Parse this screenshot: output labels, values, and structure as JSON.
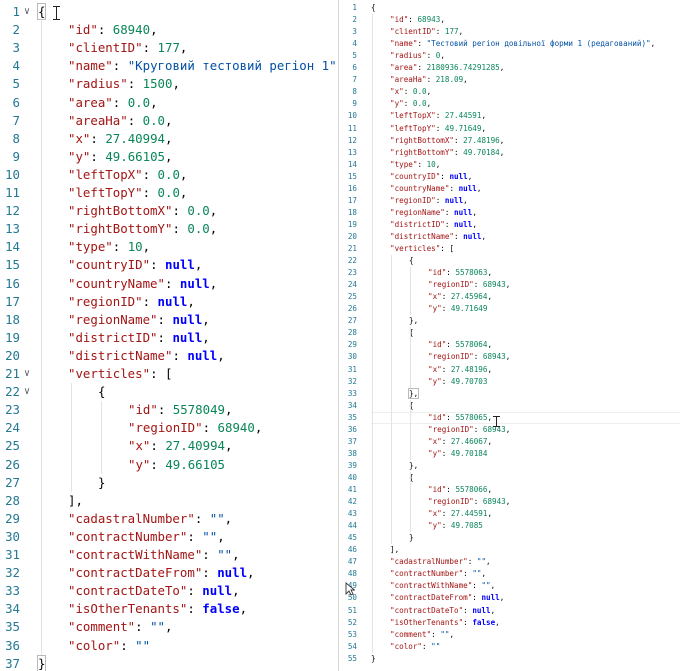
{
  "left_editor": {
    "lines": [
      [
        [
          "p",
          "{"
        ]
      ],
      [
        [
          "k",
          "\"id\""
        ],
        [
          "p",
          ": "
        ],
        [
          "n",
          "68940"
        ],
        [
          "p",
          ","
        ]
      ],
      [
        [
          "k",
          "\"clientID\""
        ],
        [
          "p",
          ": "
        ],
        [
          "n",
          "177"
        ],
        [
          "p",
          ","
        ]
      ],
      [
        [
          "k",
          "\"name\""
        ],
        [
          "p",
          ": "
        ],
        [
          "s",
          "\"Круговий тестовий регіон 1\""
        ],
        [
          "p",
          ","
        ]
      ],
      [
        [
          "k",
          "\"radius\""
        ],
        [
          "p",
          ": "
        ],
        [
          "n",
          "1500"
        ],
        [
          "p",
          ","
        ]
      ],
      [
        [
          "k",
          "\"area\""
        ],
        [
          "p",
          ": "
        ],
        [
          "n",
          "0.0"
        ],
        [
          "p",
          ","
        ]
      ],
      [
        [
          "k",
          "\"areaHa\""
        ],
        [
          "p",
          ": "
        ],
        [
          "n",
          "0.0"
        ],
        [
          "p",
          ","
        ]
      ],
      [
        [
          "k",
          "\"x\""
        ],
        [
          "p",
          ": "
        ],
        [
          "n",
          "27.40994"
        ],
        [
          "p",
          ","
        ]
      ],
      [
        [
          "k",
          "\"y\""
        ],
        [
          "p",
          ": "
        ],
        [
          "n",
          "49.66105"
        ],
        [
          "p",
          ","
        ]
      ],
      [
        [
          "k",
          "\"leftTopX\""
        ],
        [
          "p",
          ": "
        ],
        [
          "n",
          "0.0"
        ],
        [
          "p",
          ","
        ]
      ],
      [
        [
          "k",
          "\"leftTopY\""
        ],
        [
          "p",
          ": "
        ],
        [
          "n",
          "0.0"
        ],
        [
          "p",
          ","
        ]
      ],
      [
        [
          "k",
          "\"rightBottomX\""
        ],
        [
          "p",
          ": "
        ],
        [
          "n",
          "0.0"
        ],
        [
          "p",
          ","
        ]
      ],
      [
        [
          "k",
          "\"rightBottomY\""
        ],
        [
          "p",
          ": "
        ],
        [
          "n",
          "0.0"
        ],
        [
          "p",
          ","
        ]
      ],
      [
        [
          "k",
          "\"type\""
        ],
        [
          "p",
          ": "
        ],
        [
          "n",
          "10"
        ],
        [
          "p",
          ","
        ]
      ],
      [
        [
          "k",
          "\"countryID\""
        ],
        [
          "p",
          ": "
        ],
        [
          "b",
          "null"
        ],
        [
          "p",
          ","
        ]
      ],
      [
        [
          "k",
          "\"countryName\""
        ],
        [
          "p",
          ": "
        ],
        [
          "b",
          "null"
        ],
        [
          "p",
          ","
        ]
      ],
      [
        [
          "k",
          "\"regionID\""
        ],
        [
          "p",
          ": "
        ],
        [
          "b",
          "null"
        ],
        [
          "p",
          ","
        ]
      ],
      [
        [
          "k",
          "\"regionName\""
        ],
        [
          "p",
          ": "
        ],
        [
          "b",
          "null"
        ],
        [
          "p",
          ","
        ]
      ],
      [
        [
          "k",
          "\"districtID\""
        ],
        [
          "p",
          ": "
        ],
        [
          "b",
          "null"
        ],
        [
          "p",
          ","
        ]
      ],
      [
        [
          "k",
          "\"districtName\""
        ],
        [
          "p",
          ": "
        ],
        [
          "b",
          "null"
        ],
        [
          "p",
          ","
        ]
      ],
      [
        [
          "k",
          "\"verticles\""
        ],
        [
          "p",
          ": ["
        ]
      ],
      [
        [
          "p",
          "{"
        ]
      ],
      [
        [
          "k",
          "\"id\""
        ],
        [
          "p",
          ": "
        ],
        [
          "n",
          "5578049"
        ],
        [
          "p",
          ","
        ]
      ],
      [
        [
          "k",
          "\"regionID\""
        ],
        [
          "p",
          ": "
        ],
        [
          "n",
          "68940"
        ],
        [
          "p",
          ","
        ]
      ],
      [
        [
          "k",
          "\"x\""
        ],
        [
          "p",
          ": "
        ],
        [
          "n",
          "27.40994"
        ],
        [
          "p",
          ","
        ]
      ],
      [
        [
          "k",
          "\"y\""
        ],
        [
          "p",
          ": "
        ],
        [
          "n",
          "49.66105"
        ]
      ],
      [
        [
          "p",
          "}"
        ]
      ],
      [
        [
          "p",
          "],"
        ]
      ],
      [
        [
          "k",
          "\"cadastralNumber\""
        ],
        [
          "p",
          ": "
        ],
        [
          "s",
          "\"\""
        ],
        [
          "p",
          ","
        ]
      ],
      [
        [
          "k",
          "\"contractNumber\""
        ],
        [
          "p",
          ": "
        ],
        [
          "s",
          "\"\""
        ],
        [
          "p",
          ","
        ]
      ],
      [
        [
          "k",
          "\"contractWithName\""
        ],
        [
          "p",
          ": "
        ],
        [
          "s",
          "\"\""
        ],
        [
          "p",
          ","
        ]
      ],
      [
        [
          "k",
          "\"contractDateFrom\""
        ],
        [
          "p",
          ": "
        ],
        [
          "b",
          "null"
        ],
        [
          "p",
          ","
        ]
      ],
      [
        [
          "k",
          "\"contractDateTo\""
        ],
        [
          "p",
          ": "
        ],
        [
          "b",
          "null"
        ],
        [
          "p",
          ","
        ]
      ],
      [
        [
          "k",
          "\"isOtherTenants\""
        ],
        [
          "p",
          ": "
        ],
        [
          "b",
          "false"
        ],
        [
          "p",
          ","
        ]
      ],
      [
        [
          "k",
          "\"comment\""
        ],
        [
          "p",
          ": "
        ],
        [
          "s",
          "\"\""
        ],
        [
          "p",
          ","
        ]
      ],
      [
        [
          "k",
          "\"color\""
        ],
        [
          "p",
          ": "
        ],
        [
          "s",
          "\"\""
        ]
      ],
      [
        [
          "p",
          "}"
        ]
      ]
    ]
  },
  "right_editor": {
    "lines": [
      [
        [
          "p",
          "{"
        ]
      ],
      [
        [
          "k",
          "\"id\""
        ],
        [
          "p",
          ": "
        ],
        [
          "n",
          "68943"
        ],
        [
          "p",
          ","
        ]
      ],
      [
        [
          "k",
          "\"clientID\""
        ],
        [
          "p",
          ": "
        ],
        [
          "n",
          "177"
        ],
        [
          "p",
          ","
        ]
      ],
      [
        [
          "k",
          "\"name\""
        ],
        [
          "p",
          ": "
        ],
        [
          "s",
          "\"Тестовий регіон довільної форми 1 (редагований)\""
        ],
        [
          "p",
          ","
        ]
      ],
      [
        [
          "k",
          "\"radius\""
        ],
        [
          "p",
          ": "
        ],
        [
          "n",
          "0"
        ],
        [
          "p",
          ","
        ]
      ],
      [
        [
          "k",
          "\"area\""
        ],
        [
          "p",
          ": "
        ],
        [
          "n",
          "2180936.74291285"
        ],
        [
          "p",
          ","
        ]
      ],
      [
        [
          "k",
          "\"areaHa\""
        ],
        [
          "p",
          ": "
        ],
        [
          "n",
          "218.09"
        ],
        [
          "p",
          ","
        ]
      ],
      [
        [
          "k",
          "\"x\""
        ],
        [
          "p",
          ": "
        ],
        [
          "n",
          "0.0"
        ],
        [
          "p",
          ","
        ]
      ],
      [
        [
          "k",
          "\"y\""
        ],
        [
          "p",
          ": "
        ],
        [
          "n",
          "0.0"
        ],
        [
          "p",
          ","
        ]
      ],
      [
        [
          "k",
          "\"leftTopX\""
        ],
        [
          "p",
          ": "
        ],
        [
          "n",
          "27.44591"
        ],
        [
          "p",
          ","
        ]
      ],
      [
        [
          "k",
          "\"leftTopY\""
        ],
        [
          "p",
          ": "
        ],
        [
          "n",
          "49.71649"
        ],
        [
          "p",
          ","
        ]
      ],
      [
        [
          "k",
          "\"rightBottomX\""
        ],
        [
          "p",
          ": "
        ],
        [
          "n",
          "27.48196"
        ],
        [
          "p",
          ","
        ]
      ],
      [
        [
          "k",
          "\"rightBottomY\""
        ],
        [
          "p",
          ": "
        ],
        [
          "n",
          "49.70184"
        ],
        [
          "p",
          ","
        ]
      ],
      [
        [
          "k",
          "\"type\""
        ],
        [
          "p",
          ": "
        ],
        [
          "n",
          "10"
        ],
        [
          "p",
          ","
        ]
      ],
      [
        [
          "k",
          "\"countryID\""
        ],
        [
          "p",
          ": "
        ],
        [
          "b",
          "null"
        ],
        [
          "p",
          ","
        ]
      ],
      [
        [
          "k",
          "\"countryName\""
        ],
        [
          "p",
          ": "
        ],
        [
          "b",
          "null"
        ],
        [
          "p",
          ","
        ]
      ],
      [
        [
          "k",
          "\"regionID\""
        ],
        [
          "p",
          ": "
        ],
        [
          "b",
          "null"
        ],
        [
          "p",
          ","
        ]
      ],
      [
        [
          "k",
          "\"regionName\""
        ],
        [
          "p",
          ": "
        ],
        [
          "b",
          "null"
        ],
        [
          "p",
          ","
        ]
      ],
      [
        [
          "k",
          "\"districtID\""
        ],
        [
          "p",
          ": "
        ],
        [
          "b",
          "null"
        ],
        [
          "p",
          ","
        ]
      ],
      [
        [
          "k",
          "\"districtName\""
        ],
        [
          "p",
          ": "
        ],
        [
          "b",
          "null"
        ],
        [
          "p",
          ","
        ]
      ],
      [
        [
          "k",
          "\"verticles\""
        ],
        [
          "p",
          ": ["
        ]
      ],
      [
        [
          "p",
          "{"
        ]
      ],
      [
        [
          "k",
          "\"id\""
        ],
        [
          "p",
          ": "
        ],
        [
          "n",
          "5578063"
        ],
        [
          "p",
          ","
        ]
      ],
      [
        [
          "k",
          "\"regionID\""
        ],
        [
          "p",
          ": "
        ],
        [
          "n",
          "68943"
        ],
        [
          "p",
          ","
        ]
      ],
      [
        [
          "k",
          "\"x\""
        ],
        [
          "p",
          ": "
        ],
        [
          "n",
          "27.45964"
        ],
        [
          "p",
          ","
        ]
      ],
      [
        [
          "k",
          "\"y\""
        ],
        [
          "p",
          ": "
        ],
        [
          "n",
          "49.71649"
        ]
      ],
      [
        [
          "p",
          "},"
        ]
      ],
      [
        [
          "p",
          "{"
        ]
      ],
      [
        [
          "k",
          "\"id\""
        ],
        [
          "p",
          ": "
        ],
        [
          "n",
          "5578064"
        ],
        [
          "p",
          ","
        ]
      ],
      [
        [
          "k",
          "\"regionID\""
        ],
        [
          "p",
          ": "
        ],
        [
          "n",
          "68943"
        ],
        [
          "p",
          ","
        ]
      ],
      [
        [
          "k",
          "\"x\""
        ],
        [
          "p",
          ": "
        ],
        [
          "n",
          "27.48196"
        ],
        [
          "p",
          ","
        ]
      ],
      [
        [
          "k",
          "\"y\""
        ],
        [
          "p",
          ": "
        ],
        [
          "n",
          "49.70703"
        ]
      ],
      [
        [
          "p",
          "},"
        ]
      ],
      [
        [
          "p",
          "{"
        ]
      ],
      [
        [
          "k",
          "\"id\""
        ],
        [
          "p",
          ": "
        ],
        [
          "n",
          "5578065"
        ],
        [
          "p",
          ","
        ]
      ],
      [
        [
          "k",
          "\"regionID\""
        ],
        [
          "p",
          ": "
        ],
        [
          "n",
          "68943"
        ],
        [
          "p",
          ","
        ]
      ],
      [
        [
          "k",
          "\"x\""
        ],
        [
          "p",
          ": "
        ],
        [
          "n",
          "27.46067"
        ],
        [
          "p",
          ","
        ]
      ],
      [
        [
          "k",
          "\"y\""
        ],
        [
          "p",
          ": "
        ],
        [
          "n",
          "49.70184"
        ]
      ],
      [
        [
          "p",
          "},"
        ]
      ],
      [
        [
          "p",
          "{"
        ]
      ],
      [
        [
          "k",
          "\"id\""
        ],
        [
          "p",
          ": "
        ],
        [
          "n",
          "5578066"
        ],
        [
          "p",
          ","
        ]
      ],
      [
        [
          "k",
          "\"regionID\""
        ],
        [
          "p",
          ": "
        ],
        [
          "n",
          "68943"
        ],
        [
          "p",
          ","
        ]
      ],
      [
        [
          "k",
          "\"x\""
        ],
        [
          "p",
          ": "
        ],
        [
          "n",
          "27.44591"
        ],
        [
          "p",
          ","
        ]
      ],
      [
        [
          "k",
          "\"y\""
        ],
        [
          "p",
          ": "
        ],
        [
          "n",
          "49.7085"
        ]
      ],
      [
        [
          "p",
          "}"
        ]
      ],
      [
        [
          "p",
          "],"
        ]
      ],
      [
        [
          "k",
          "\"cadastralNumber\""
        ],
        [
          "p",
          ": "
        ],
        [
          "s",
          "\"\""
        ],
        [
          "p",
          ","
        ]
      ],
      [
        [
          "k",
          "\"contractNumber\""
        ],
        [
          "p",
          ": "
        ],
        [
          "s",
          "\"\""
        ],
        [
          "p",
          ","
        ]
      ],
      [
        [
          "k",
          "\"contractWithName\""
        ],
        [
          "p",
          ": "
        ],
        [
          "s",
          "\"\""
        ],
        [
          "p",
          ","
        ]
      ],
      [
        [
          "k",
          "\"contractDateFrom\""
        ],
        [
          "p",
          ": "
        ],
        [
          "b",
          "null"
        ],
        [
          "p",
          ","
        ]
      ],
      [
        [
          "k",
          "\"contractDateTo\""
        ],
        [
          "p",
          ": "
        ],
        [
          "b",
          "null"
        ],
        [
          "p",
          ","
        ]
      ],
      [
        [
          "k",
          "\"isOtherTenants\""
        ],
        [
          "p",
          ": "
        ],
        [
          "b",
          "false"
        ],
        [
          "p",
          ","
        ]
      ],
      [
        [
          "k",
          "\"comment\""
        ],
        [
          "p",
          ": "
        ],
        [
          "s",
          "\"\""
        ],
        [
          "p",
          ","
        ]
      ],
      [
        [
          "k",
          "\"color\""
        ],
        [
          "p",
          ": "
        ],
        [
          "s",
          "\"\""
        ]
      ],
      [
        [
          "p",
          "}"
        ]
      ]
    ]
  }
}
